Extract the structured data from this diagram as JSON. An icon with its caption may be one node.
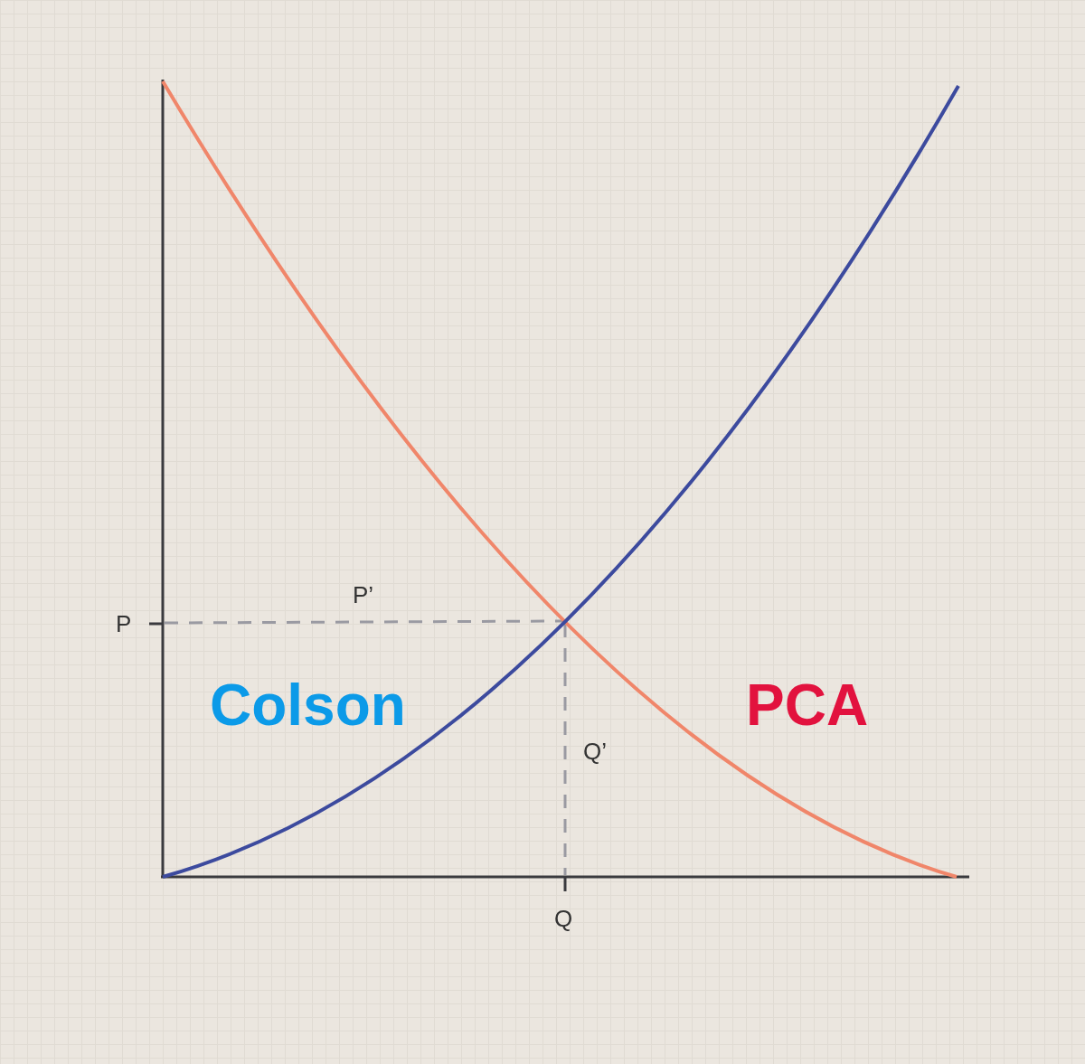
{
  "diagram": {
    "labels": [
      "P’",
      "P",
      "Colson",
      "PCA",
      "Q’",
      "Q"
    ]
  }
}
